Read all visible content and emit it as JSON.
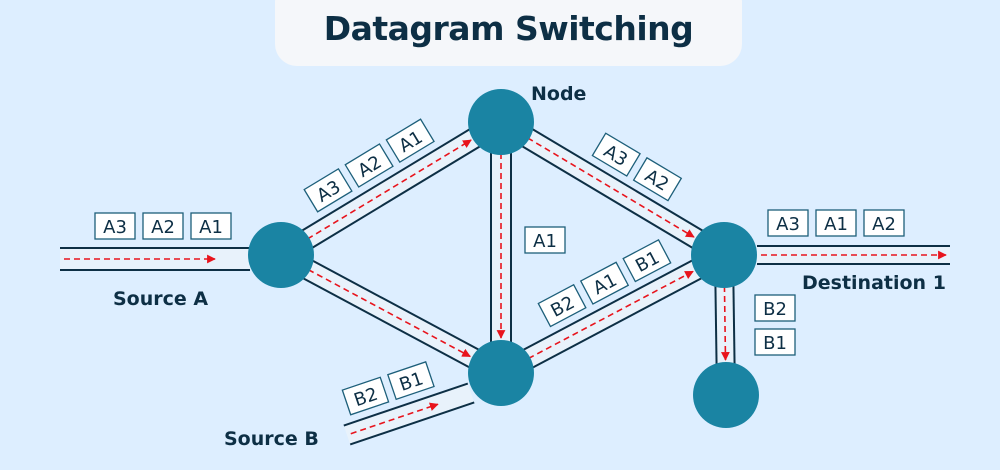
{
  "title": "Datagram Switching",
  "colors": {
    "background": "#ddeeff",
    "node": "#1a84a3",
    "line": "#0d2f45",
    "arrow": "#e8141c",
    "title_box": "#f5f7fa"
  },
  "labels": {
    "node": "Node",
    "source_a": "Source A",
    "source_b": "Source B",
    "destination_1": "Destination 1"
  },
  "nodes": [
    {
      "id": "n1",
      "role": "switch"
    },
    {
      "id": "n2",
      "role": "switch"
    },
    {
      "id": "n3",
      "role": "switch"
    },
    {
      "id": "n4",
      "role": "switch"
    },
    {
      "id": "n5",
      "role": "endpoint"
    }
  ],
  "links": [
    {
      "id": "sourceA-n1",
      "from": "source_a",
      "to": "n1",
      "packets": [
        "A3",
        "A2",
        "A1"
      ]
    },
    {
      "id": "n1-n2",
      "from": "n1",
      "to": "n2",
      "packets": [
        "A3",
        "A2",
        "A1"
      ]
    },
    {
      "id": "n1-n3",
      "from": "n1",
      "to": "n3",
      "packets": []
    },
    {
      "id": "n2-n3",
      "from": "n2",
      "to": "n3",
      "packets": [
        "A1"
      ]
    },
    {
      "id": "n2-n4",
      "from": "n2",
      "to": "n4",
      "packets": [
        "A3",
        "A2"
      ]
    },
    {
      "id": "sourceB-n3",
      "from": "source_b",
      "to": "n3",
      "packets": [
        "B2",
        "B1"
      ]
    },
    {
      "id": "n3-n4",
      "from": "n3",
      "to": "n4",
      "packets": [
        "B2",
        "A1",
        "B1"
      ]
    },
    {
      "id": "n4-dest1",
      "from": "n4",
      "to": "destination_1",
      "packets": [
        "A3",
        "A1",
        "A2"
      ]
    },
    {
      "id": "n4-n5",
      "from": "n4",
      "to": "n5",
      "packets": [
        "B2",
        "B1"
      ]
    }
  ]
}
